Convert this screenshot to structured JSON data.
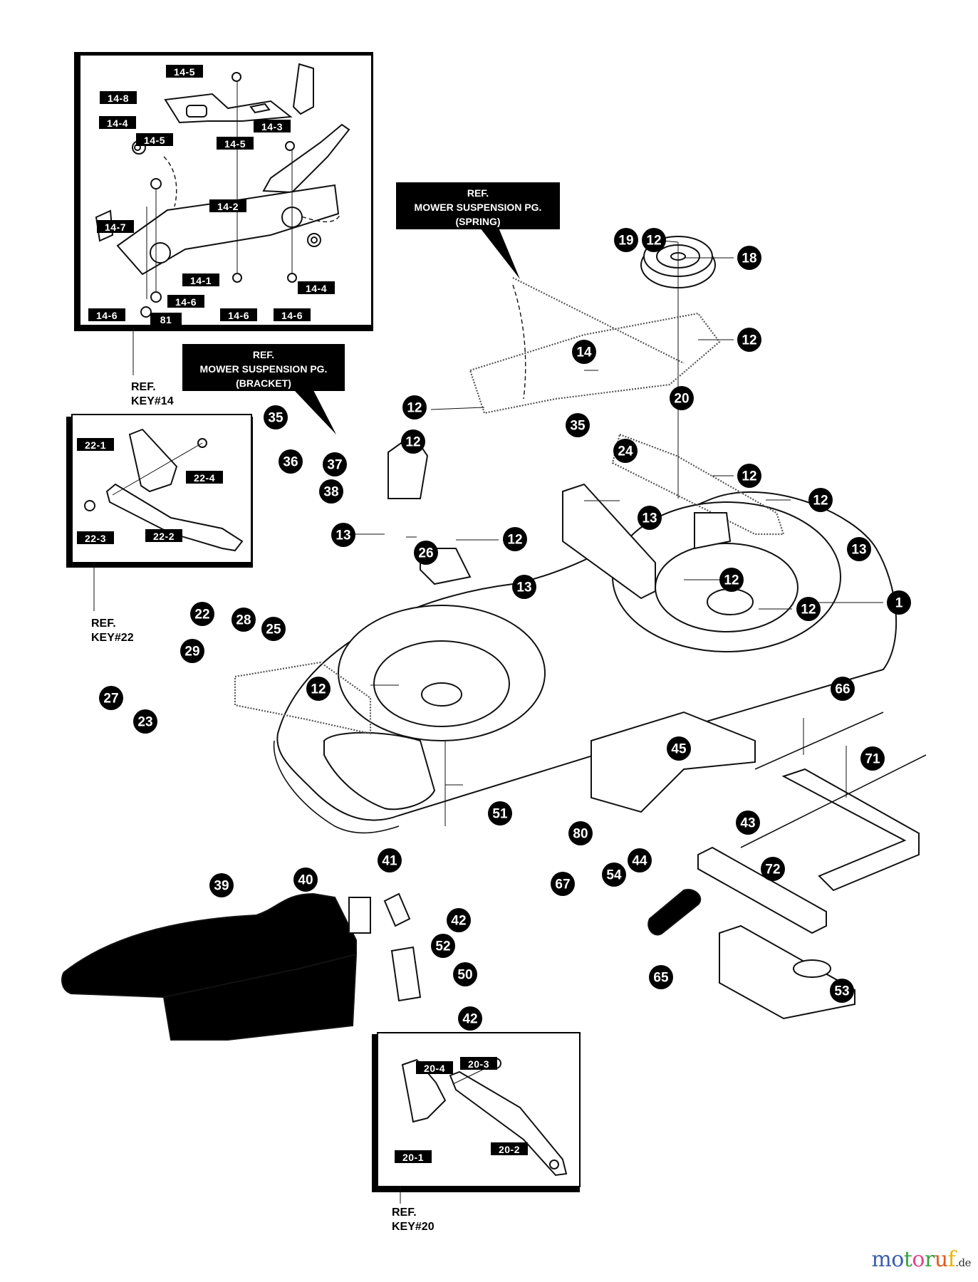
{
  "diagram": {
    "title": "Mower deck exploded parts diagram",
    "callouts": [
      "1",
      "12",
      "13",
      "14",
      "18",
      "19",
      "20",
      "22",
      "23",
      "24",
      "25",
      "26",
      "27",
      "28",
      "29",
      "35",
      "36",
      "37",
      "38",
      "39",
      "40",
      "41",
      "42",
      "43",
      "44",
      "45",
      "50",
      "51",
      "52",
      "53",
      "54",
      "65",
      "66",
      "67",
      "71",
      "72",
      "80"
    ],
    "reference_boxes": {
      "spring": [
        "REF.",
        "MOWER SUSPENSION PG.",
        "(SPRING)"
      ],
      "bracket": [
        "REF.",
        "MOWER SUSPENSION PG.",
        "(BRACKET)"
      ]
    },
    "insets": {
      "key14": {
        "ref_label": [
          "REF.",
          "KEY#14"
        ],
        "tags": [
          "14-5",
          "14-8",
          "14-3",
          "14-4",
          "14-5",
          "14-5",
          "14-2",
          "14-7",
          "14-1",
          "14-4",
          "14-6",
          "81",
          "14-6",
          "14-6",
          "14-6"
        ]
      },
      "key22": {
        "ref_label": [
          "REF.",
          "KEY#22"
        ],
        "tags": [
          "22-1",
          "22-4",
          "22-3",
          "22-2"
        ]
      },
      "key20": {
        "ref_label": [
          "REF.",
          "KEY#20"
        ],
        "tags": [
          "20-4",
          "20-3",
          "20-1",
          "20-2"
        ]
      }
    }
  },
  "watermark": {
    "letters": [
      {
        "ch": "m",
        "color": "#3a5fb0"
      },
      {
        "ch": "o",
        "color": "#3a5fb0"
      },
      {
        "ch": "t",
        "color": "#35a040"
      },
      {
        "ch": "o",
        "color": "#e0458a"
      },
      {
        "ch": "r",
        "color": "#35a040"
      },
      {
        "ch": "u",
        "color": "#e05a1e"
      },
      {
        "ch": "f",
        "color": "#e8b400"
      }
    ],
    "suffix": ".de"
  }
}
